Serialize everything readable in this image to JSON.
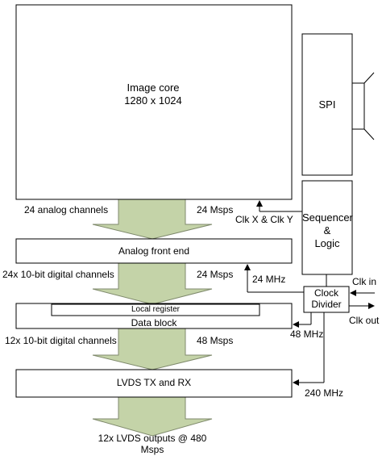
{
  "diagram": {
    "image_core": {
      "title": "Image core",
      "resolution": "1280 x 1024"
    },
    "spi": {
      "label": "SPI"
    },
    "sequencer": {
      "line1": "Sequencer",
      "line2": "&",
      "line3": "Logic"
    },
    "clock_divider": {
      "line1": "Clock",
      "line2": "Divider"
    },
    "analog_front_end": {
      "label": "Analog front end"
    },
    "local_register": {
      "label": "Local register"
    },
    "data_block": {
      "label": "Data block"
    },
    "lvds": {
      "label": "LVDS TX and RX"
    },
    "flows": {
      "stage1": {
        "channels": "24 analog channels",
        "rate": "24 Msps"
      },
      "stage2": {
        "channels": "24x 10-bit digital channels",
        "rate": "24 Msps"
      },
      "stage3": {
        "channels": "12x 10-bit digital channels",
        "rate": "48 Msps"
      },
      "output": {
        "line1": "12x LVDS outputs @ 480",
        "line2": "Msps"
      }
    },
    "signals": {
      "clk_xy": "Clk X & Clk Y",
      "f24": "24 MHz",
      "clk_in": "Clk in",
      "clk_out": "Clk out",
      "f48": "48 MHz",
      "f240": "240 MHz"
    },
    "colors": {
      "arrow_fill": "#c4d3a8",
      "arrow_stroke": "#7f8a6c",
      "block_stroke": "#000000"
    }
  }
}
